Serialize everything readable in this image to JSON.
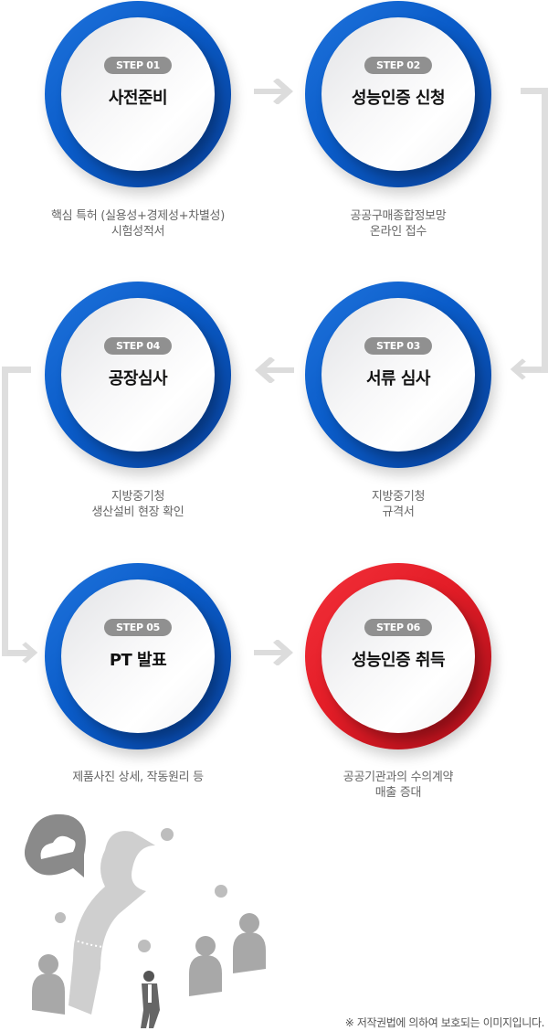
{
  "steps": [
    {
      "badge": "STEP 01",
      "title": "사전준비",
      "lines": [
        "핵심 특허 (실용성+경제성+차별성)",
        "시험성적서"
      ],
      "color": "#0a5cc9"
    },
    {
      "badge": "STEP 02",
      "title": "성능인증 신청",
      "lines": [
        "공공구매종합정보망",
        "온라인 접수"
      ],
      "color": "#0a5cc9"
    },
    {
      "badge": "STEP 03",
      "title": "서류 심사",
      "lines": [
        "지방중기청",
        "규격서"
      ],
      "color": "#0a5cc9"
    },
    {
      "badge": "STEP 04",
      "title": "공장심사",
      "lines": [
        "지방중기청",
        "생산설비 현장 확인"
      ],
      "color": "#0a5cc9"
    },
    {
      "badge": "STEP 05",
      "title": "PT 발표",
      "lines": [
        "제품사진 상세, 작동원리 등"
      ],
      "color": "#0a5cc9"
    },
    {
      "badge": "STEP 06",
      "title": "성능인증 취득",
      "lines": [
        "공공기관과의 수의계약",
        "매출 증대"
      ],
      "color": "#e31d27"
    }
  ],
  "copyright_note": "※ 저작권법에 의하여 보호되는 이미지입니다."
}
